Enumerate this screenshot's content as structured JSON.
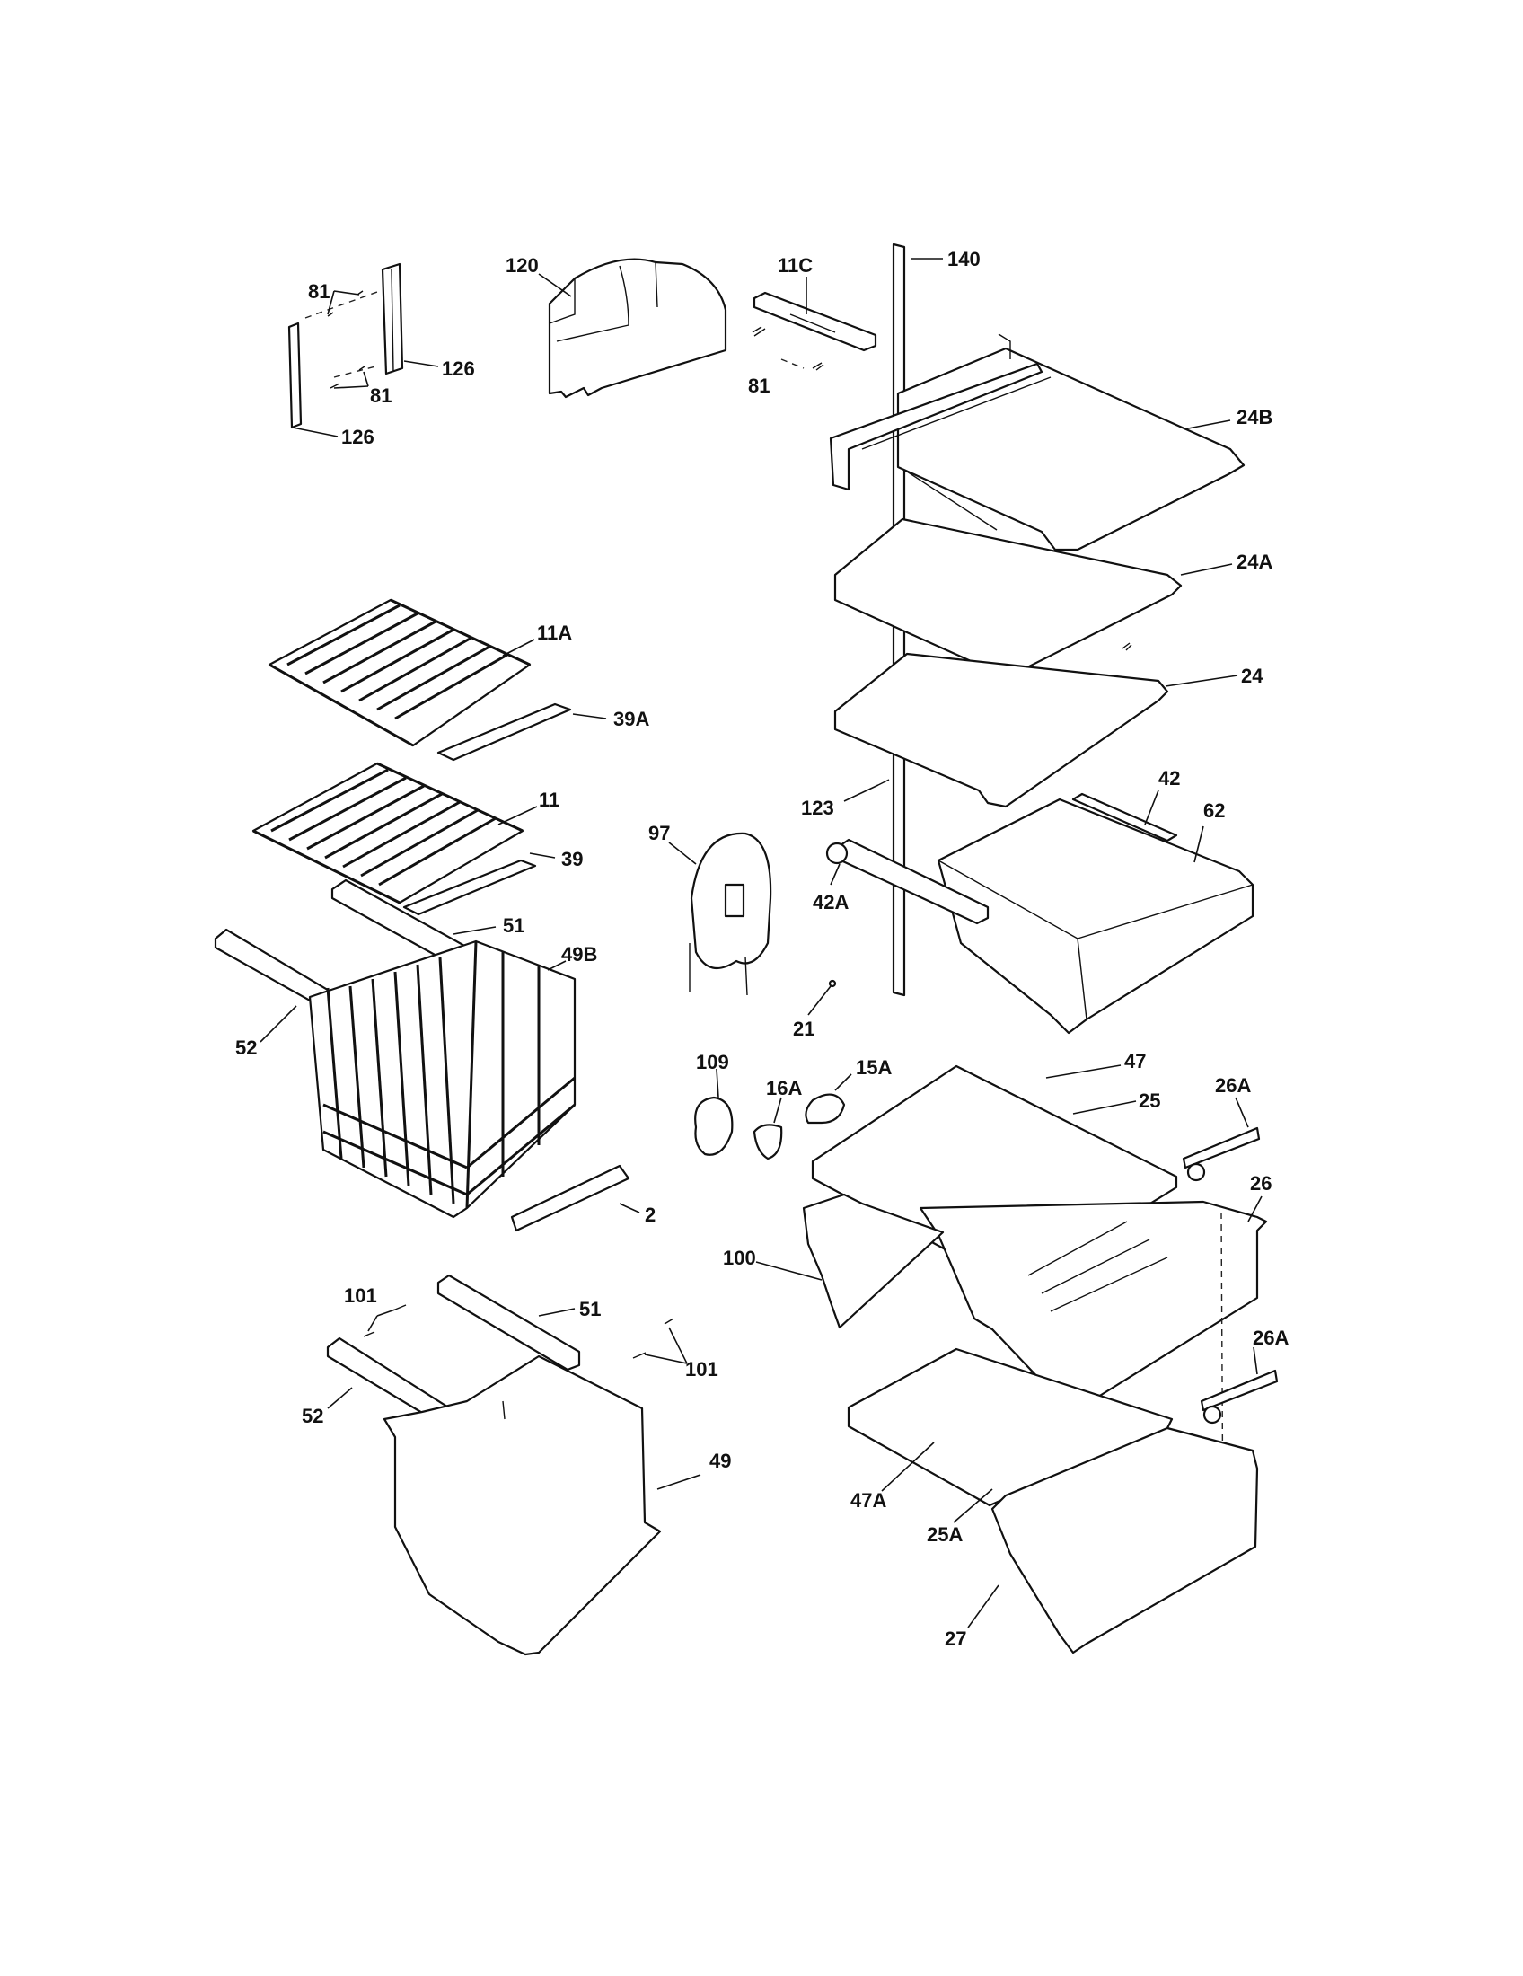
{
  "callouts": {
    "c140": "140",
    "c120": "120",
    "c11C": "11C",
    "c81a": "81",
    "c81b": "81",
    "c81c": "81",
    "c126a": "126",
    "c126b": "126",
    "c24B": "24B",
    "c24A": "24A",
    "c24": "24",
    "c11A": "11A",
    "c39A": "39A",
    "c11": "11",
    "c39": "39",
    "c42": "42",
    "c62": "62",
    "c123": "123",
    "c97": "97",
    "c42A": "42A",
    "c51a": "51",
    "c49B": "49B",
    "c52a": "52",
    "c21": "21",
    "c109": "109",
    "c16A": "16A",
    "c15A": "15A",
    "c47": "47",
    "c25": "25",
    "c26A_a": "26A",
    "c26": "26",
    "c2": "2",
    "c100": "100",
    "c101a": "101",
    "c51b": "51",
    "c101b": "101",
    "c26A_b": "26A",
    "c52b": "52",
    "c49": "49",
    "c47A": "47A",
    "c25A": "25A",
    "c27": "27"
  }
}
